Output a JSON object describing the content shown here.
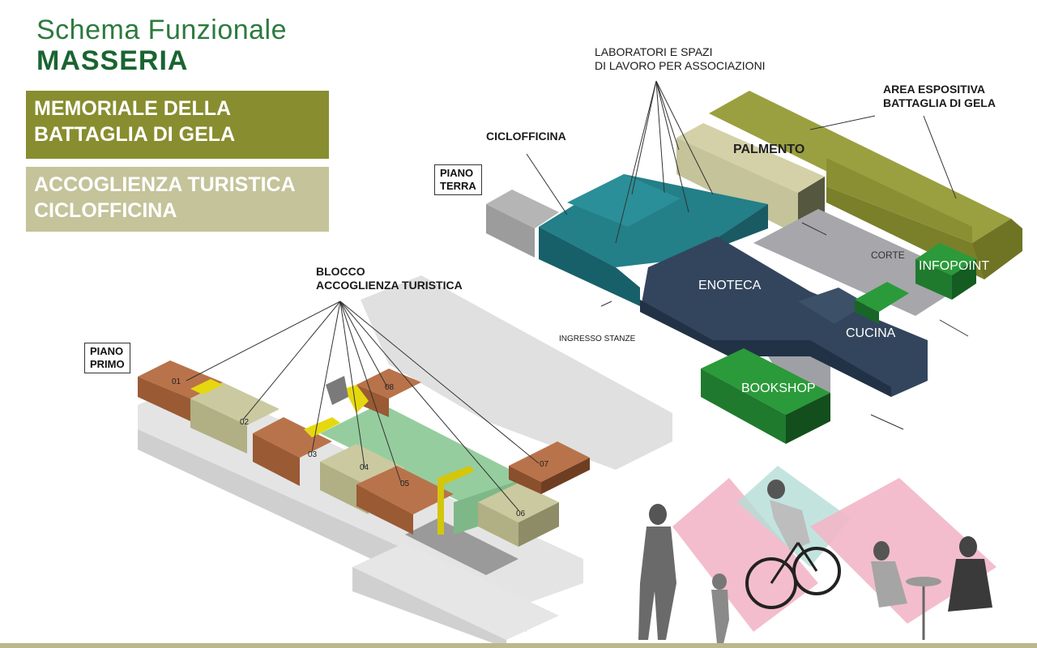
{
  "header": {
    "title_line1": "Schema Funzionale",
    "title_line2": "MASSERIA"
  },
  "legend": [
    {
      "line1": "MEMORIALE DELLA",
      "line2": "BATTAGLIA DI GELA",
      "color": "#888d2f"
    },
    {
      "line1": "ACCOGLIENZA TURISTICA",
      "line2": "CICLOFFICINA",
      "color": "#c4c39a"
    }
  ],
  "floors": {
    "ground": {
      "line1": "PIANO",
      "line2": "TERRA"
    },
    "first": {
      "line1": "PIANO",
      "line2": "PRIMO"
    }
  },
  "labels": {
    "laboratori_line1": "LABORATORI E SPAZI",
    "laboratori_line2": "DI LAVORO PER ASSOCIAZIONI",
    "area_line1": "AREA ESPOSITIVA",
    "area_line2": "BATTAGLIA DI GELA",
    "ciclofficina": "CICLOFFICINA",
    "ingresso": "INGRESSO STANZE",
    "blocco_line1": "BLOCCO",
    "blocco_line2": "ACCOGLIENZA TURISTICA"
  },
  "rooms": {
    "palmento": "PALMENTO",
    "enoteca": "ENOTECA",
    "corte": "CORTE",
    "infopoint": "INFOPOINT",
    "cucina": "CUCINA",
    "bookshop": "BOOKSHOP"
  },
  "room_numbers": [
    "01",
    "02",
    "03",
    "04",
    "05",
    "06",
    "07",
    "08"
  ],
  "colors": {
    "memoriale": "#888d2f",
    "accoglienza": "#c4c39a",
    "teal": "#1c6e76",
    "navy": "#2a3a4e",
    "green": "#1f7a2e",
    "brown": "#a8643e",
    "mint": "#8ec79a",
    "yellow": "#e6d80e",
    "grey": "#c9c9c9"
  }
}
